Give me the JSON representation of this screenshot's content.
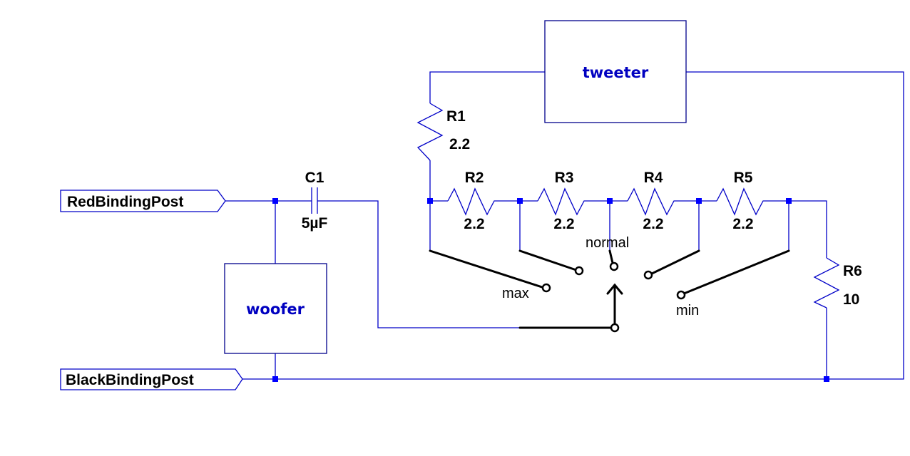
{
  "diagram": {
    "type": "schematic",
    "title": "Speaker crossover with tweeter level switch",
    "colors": {
      "wire": "#0000c8",
      "junction": "#0000ff",
      "component_text": "#0000c0",
      "switch": "#000000"
    },
    "ports": [
      {
        "id": "red",
        "label": "RedBindingPost"
      },
      {
        "id": "black",
        "label": "BlackBindingPost"
      }
    ],
    "blocks": [
      {
        "id": "tweeter",
        "label": "tweeter"
      },
      {
        "id": "woofer",
        "label": "woofer"
      }
    ],
    "capacitor": {
      "ref": "C1",
      "value": "5µF"
    },
    "resistors": [
      {
        "ref": "R1",
        "value": "2.2"
      },
      {
        "ref": "R2",
        "value": "2.2"
      },
      {
        "ref": "R3",
        "value": "2.2"
      },
      {
        "ref": "R4",
        "value": "2.2"
      },
      {
        "ref": "R5",
        "value": "2.2"
      },
      {
        "ref": "R6",
        "value": "10"
      }
    ],
    "switch": {
      "positions": [
        "max",
        "normal",
        "min"
      ],
      "selected": "normal"
    }
  }
}
